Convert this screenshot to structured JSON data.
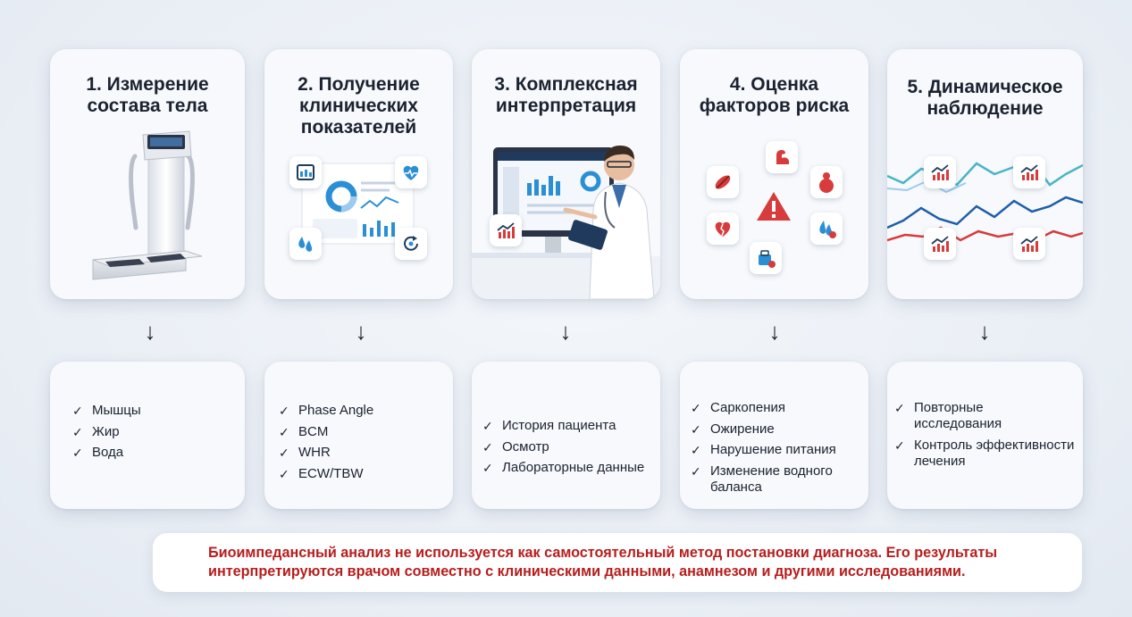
{
  "steps": [
    {
      "title_line1": "1. Измерение",
      "title_line2": "состава тела",
      "title_line3": "",
      "items": [
        "Мышцы",
        "Жир",
        "Вода"
      ]
    },
    {
      "title_line1": "2. Получение",
      "title_line2": "клинических",
      "title_line3": "показателей",
      "items": [
        "Phase Angle",
        "BCM",
        "WHR",
        "ECW/TBW"
      ]
    },
    {
      "title_line1": "3. Комплексная",
      "title_line2": "интерпретация",
      "title_line3": "",
      "items": [
        "История пациента",
        "Осмотр",
        "Лабораторные данные"
      ]
    },
    {
      "title_line1": "4. Оценка",
      "title_line2": "факторов риска",
      "title_line3": "",
      "items": [
        "Саркопения",
        "Ожирение",
        "Нарушение питания",
        "Изменение водного баланса"
      ]
    },
    {
      "title_line1": "5. Динамическое",
      "title_line2": "наблюдение",
      "title_line3": "",
      "items": [
        "Повторные исследования",
        "Контроль эффективности лечения"
      ]
    }
  ],
  "arrow_glyph": "↓",
  "check_glyph": "✓",
  "disclaimer": "Биоимпедансный анализ не используется как самостоятельный метод постановки диагноза. Его результаты интерпретируются врачом совместно с клиническими данными, анамнезом и другими исследованиями.",
  "colors": {
    "accent_blue": "#2b8fd6",
    "accent_red": "#d73b3b",
    "warning_red": "#b81d1d",
    "dark_navy": "#1b2230"
  },
  "icons": [
    "body-composition-analyzer-icon",
    "dashboard-icon",
    "doctor-icon",
    "warning-icon",
    "trend-chart-icon",
    "heart-icon",
    "water-drop-icon",
    "muscle-icon"
  ]
}
